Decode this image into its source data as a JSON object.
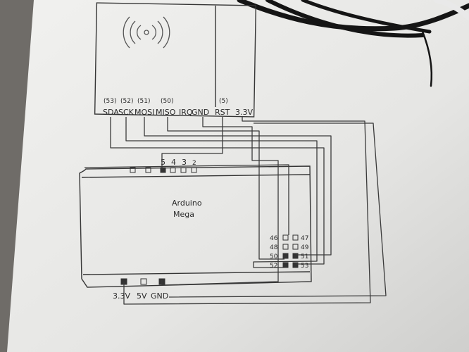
{
  "rfid_module": {
    "pin_numbers": [
      "(53)",
      "(52)",
      "(51)",
      "(50)",
      "(5)"
    ],
    "pin_labels": [
      "SDA",
      "SCK",
      "MOSI",
      "MISO",
      "IRQ",
      "GND",
      "RST",
      "3.3V"
    ]
  },
  "arduino": {
    "title_line1": "Arduino",
    "title_line2": "Mega",
    "top_digits": [
      "5",
      "4",
      "3",
      "2"
    ],
    "right_pins_left": [
      "46",
      "48",
      "50",
      "52"
    ],
    "right_pins_right": [
      "47",
      "49",
      "51",
      "53"
    ],
    "power_pins": [
      "3.3V",
      "5V",
      "GND"
    ]
  }
}
